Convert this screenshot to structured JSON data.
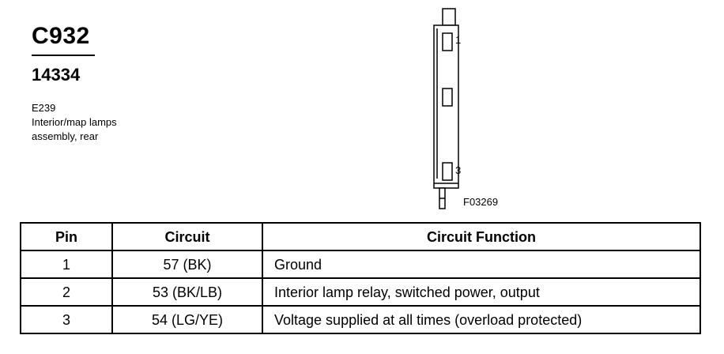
{
  "header": {
    "connector_id": "C932",
    "part_number": "14334",
    "description": [
      "E239",
      "Interior/map lamps",
      "assembly, rear"
    ]
  },
  "diagram": {
    "figure_id": "F03269",
    "pin_labels": [
      "1",
      "3"
    ]
  },
  "table": {
    "headers": [
      "Pin",
      "Circuit",
      "Circuit Function"
    ],
    "rows": [
      {
        "pin": "1",
        "circuit": "57 (BK)",
        "function": "Ground"
      },
      {
        "pin": "2",
        "circuit": "53 (BK/LB)",
        "function": "Interior lamp relay, switched power, output"
      },
      {
        "pin": "3",
        "circuit": "54 (LG/YE)",
        "function": "Voltage supplied at all times (overload protected)"
      }
    ]
  }
}
